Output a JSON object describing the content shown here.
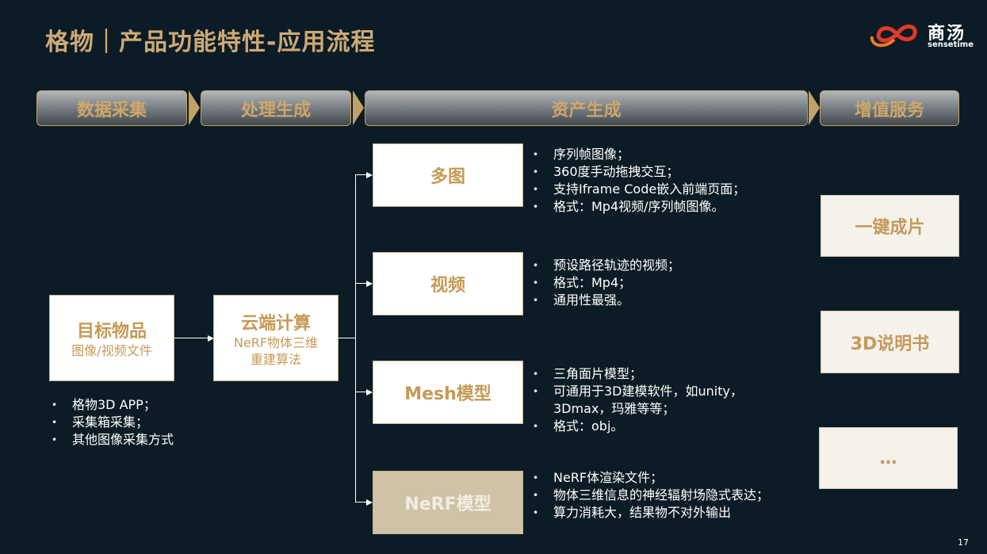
{
  "header": {
    "title": "格物｜产品功能特性-应用流程"
  },
  "logo": {
    "cn": "商汤",
    "en": "sensetime"
  },
  "stages": [
    "数据采集",
    "处理生成",
    "资产生成",
    "增值服务"
  ],
  "source": {
    "title": "目标物品",
    "subtitle": "图像/视频文件"
  },
  "source_bullets": [
    "格物3D APP；",
    "采集箱采集；",
    "其他图像采集方式"
  ],
  "compute": {
    "title": "云端计算",
    "line1": "NeRF物体三维",
    "line2": "重建算法"
  },
  "assets": [
    {
      "label": "多图",
      "bullets": [
        "序列帧图像；",
        "360度手动拖拽交互；",
        "支持Iframe Code嵌入前端页面；",
        "格式：Mp4视频/序列帧图像。"
      ]
    },
    {
      "label": "视频",
      "bullets": [
        "预设路径轨迹的视频；",
        "格式：Mp4；",
        "通用性最强。"
      ]
    },
    {
      "label": "Mesh模型",
      "bullets": [
        "三角面片模型；",
        "可通用于3D建模软件，如unity，3Dmax，玛雅等等；",
        "格式：obj。"
      ]
    },
    {
      "label": "NeRF模型",
      "bullets": [
        "NeRF体渲染文件；",
        "物体三维信息的神经辐射场隐式表达；",
        "算力消耗大，结果物不对外输出"
      ]
    }
  ],
  "services": [
    "一键成片",
    "3D说明书",
    "…"
  ],
  "page_number": "17",
  "colors": {
    "background": "#0c1c26",
    "gold": "#cda975",
    "stage_border": "#c3a066"
  }
}
